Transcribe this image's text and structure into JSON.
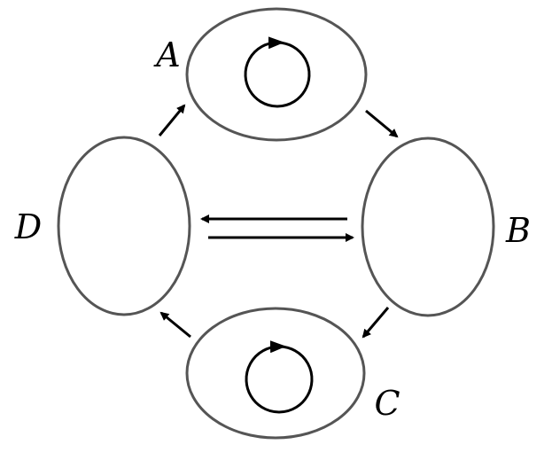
{
  "colors": {
    "node_stroke": "#555555",
    "arrow": "#000000",
    "background": "#ffffff"
  },
  "nodes": [
    {
      "id": "A",
      "label": "A",
      "self_loop": true
    },
    {
      "id": "B",
      "label": "B",
      "self_loop": false
    },
    {
      "id": "C",
      "label": "C",
      "self_loop": true
    },
    {
      "id": "D",
      "label": "D",
      "self_loop": false
    }
  ],
  "edges": [
    {
      "from": "A",
      "to": "B"
    },
    {
      "from": "B",
      "to": "C"
    },
    {
      "from": "C",
      "to": "D"
    },
    {
      "from": "D",
      "to": "A"
    },
    {
      "from": "B",
      "to": "D"
    },
    {
      "from": "D",
      "to": "B"
    }
  ]
}
